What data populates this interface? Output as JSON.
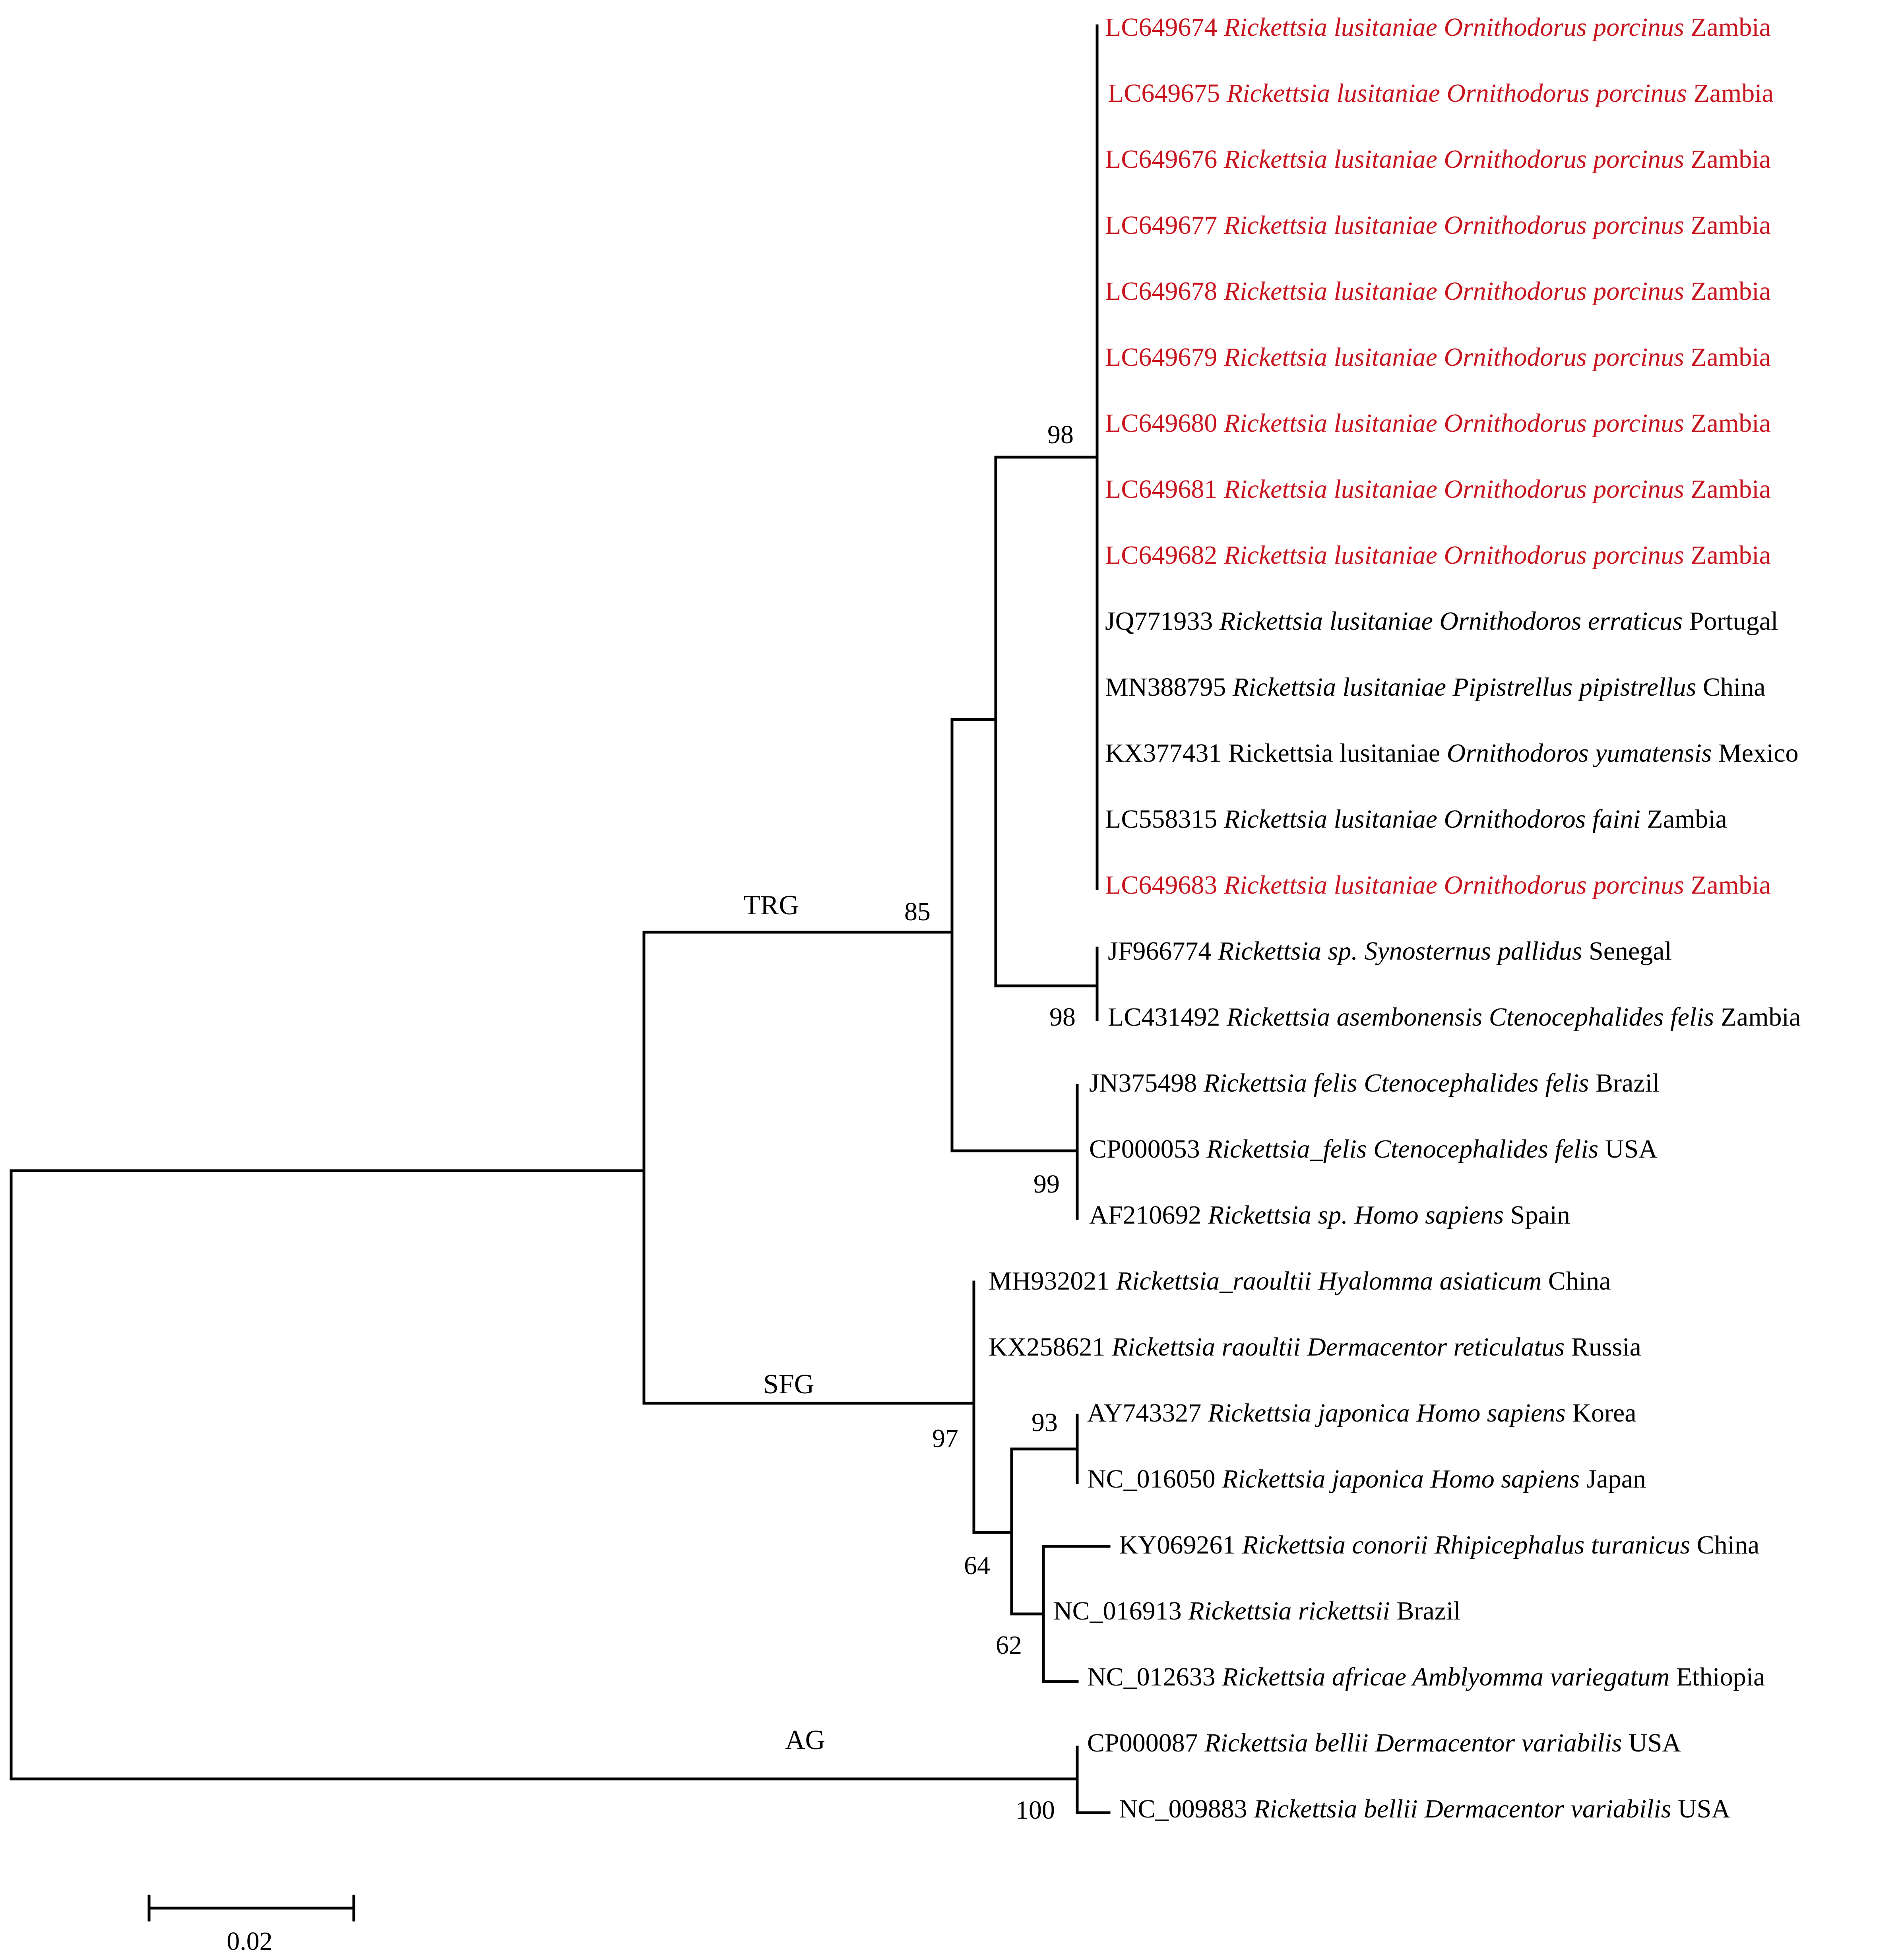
{
  "colors": {
    "default": "#000000",
    "highlight": "#c8141e"
  },
  "taxa": [
    {
      "acc": "LC649674",
      "sp": "Rickettsia lusitaniae",
      "sp_italic": true,
      "host": "Ornithodorus porcinus",
      "country": "Zambia",
      "highlight": true
    },
    {
      "acc": "LC649675",
      "sp": "Rickettsia lusitaniae",
      "sp_italic": true,
      "host": "Ornithodorus porcinus",
      "country": "Zambia",
      "highlight": true
    },
    {
      "acc": "LC649676",
      "sp": "Rickettsia lusitaniae",
      "sp_italic": true,
      "host": "Ornithodorus porcinus",
      "country": "Zambia",
      "highlight": true
    },
    {
      "acc": "LC649677",
      "sp": "Rickettsia lusitaniae",
      "sp_italic": true,
      "host": "Ornithodorus porcinus",
      "country": "Zambia",
      "highlight": true
    },
    {
      "acc": "LC649678",
      "sp": "Rickettsia lusitaniae",
      "sp_italic": true,
      "host": "Ornithodorus porcinus",
      "country": "Zambia",
      "highlight": true
    },
    {
      "acc": "LC649679",
      "sp": "Rickettsia lusitaniae",
      "sp_italic": true,
      "host": "Ornithodorus porcinus",
      "country": "Zambia",
      "highlight": true
    },
    {
      "acc": "LC649680",
      "sp": "Rickettsia lusitaniae",
      "sp_italic": true,
      "host": "Ornithodorus porcinus",
      "country": "Zambia",
      "highlight": true
    },
    {
      "acc": "LC649681",
      "sp": "Rickettsia lusitaniae",
      "sp_italic": true,
      "host": "Ornithodorus porcinus",
      "country": "Zambia",
      "highlight": true
    },
    {
      "acc": "LC649682",
      "sp": "Rickettsia lusitaniae",
      "sp_italic": true,
      "host": "Ornithodorus porcinus",
      "country": "Zambia",
      "highlight": true
    },
    {
      "acc": "JQ771933",
      "sp": "Rickettsia lusitaniae",
      "sp_italic": true,
      "host": "Ornithodoros erraticus",
      "country": "Portugal",
      "highlight": false
    },
    {
      "acc": "MN388795",
      "sp": "Rickettsia lusitaniae",
      "sp_italic": true,
      "host": "Pipistrellus pipistrellus",
      "country": "China",
      "highlight": false
    },
    {
      "acc": "KX377431",
      "sp": "Rickettsia lusitaniae",
      "sp_italic": false,
      "host": "Ornithodoros yumatensis",
      "country": "Mexico",
      "highlight": false
    },
    {
      "acc": "LC558315",
      "sp": "Rickettsia lusitaniae",
      "sp_italic": true,
      "host": "Ornithodoros faini",
      "country": "Zambia",
      "highlight": false
    },
    {
      "acc": "LC649683",
      "sp": "Rickettsia lusitaniae",
      "sp_italic": true,
      "host": "Ornithodorus porcinus",
      "country": "Zambia",
      "highlight": true
    },
    {
      "acc": "JF966774",
      "sp": "Rickettsia sp.",
      "sp_italic": true,
      "host": "Synosternus pallidus",
      "country": "Senegal",
      "highlight": false
    },
    {
      "acc": "LC431492",
      "sp": "Rickettsia asembonensis",
      "sp_italic": true,
      "host": "Ctenocephalides felis",
      "country": "Zambia",
      "highlight": false
    },
    {
      "acc": "JN375498",
      "sp": "Rickettsia felis",
      "sp_italic": true,
      "host": "Ctenocephalides felis",
      "country": "Brazil",
      "highlight": false
    },
    {
      "acc": "CP000053",
      "sp": "Rickettsia_felis",
      "sp_italic": true,
      "host": "Ctenocephalides felis",
      "country": "USA",
      "highlight": false
    },
    {
      "acc": "AF210692",
      "sp": "Rickettsia sp.",
      "sp_italic": true,
      "host": "Homo sapiens",
      "country": "Spain",
      "highlight": false
    },
    {
      "acc": "MH932021",
      "sp": "Rickettsia_raoultii",
      "sp_italic": true,
      "host": "Hyalomma asiaticum",
      "country": "China",
      "highlight": false
    },
    {
      "acc": "KX258621",
      "sp": "Rickettsia raoultii",
      "sp_italic": true,
      "host": "Dermacentor reticulatus",
      "country": "Russia",
      "highlight": false
    },
    {
      "acc": "AY743327",
      "sp": "Rickettsia japonica",
      "sp_italic": true,
      "host": "Homo sapiens",
      "country": "Korea",
      "highlight": false
    },
    {
      "acc": "NC_016050",
      "sp": "Rickettsia japonica",
      "sp_italic": true,
      "host": "Homo sapiens",
      "country": "Japan",
      "highlight": false
    },
    {
      "acc": "KY069261",
      "sp": "Rickettsia conorii",
      "sp_italic": true,
      "host": "Rhipicephalus turanicus",
      "country": "China",
      "highlight": false
    },
    {
      "acc": "NC_016913",
      "sp": "Rickettsia rickettsii",
      "sp_italic": true,
      "host": "",
      "country": "Brazil",
      "highlight": false
    },
    {
      "acc": "NC_012633",
      "sp": "Rickettsia africae",
      "sp_italic": true,
      "host": "Amblyomma variegatum",
      "country": "Ethiopia",
      "highlight": false
    },
    {
      "acc": "CP000087",
      "sp": "Rickettsia bellii",
      "sp_italic": true,
      "host": "Dermacentor variabilis",
      "country": "USA",
      "highlight": false
    },
    {
      "acc": "NC_009883",
      "sp": "Rickettsia bellii",
      "sp_italic": true,
      "host": "Dermacentor variabilis",
      "country": "USA",
      "highlight": false
    }
  ],
  "groups": [
    "TRG",
    "SFG",
    "AG"
  ],
  "support": {
    "lusitaniae_clade": "98",
    "asembonensis_clade": "98",
    "trg_inner": "85",
    "felis_clade": "99",
    "sfg_clade": "97",
    "japonica_clade": "93",
    "sfg_inner": "64",
    "conorii_clade": "62",
    "ag_clade": "100"
  },
  "scale_bar": {
    "label": "0.02"
  }
}
